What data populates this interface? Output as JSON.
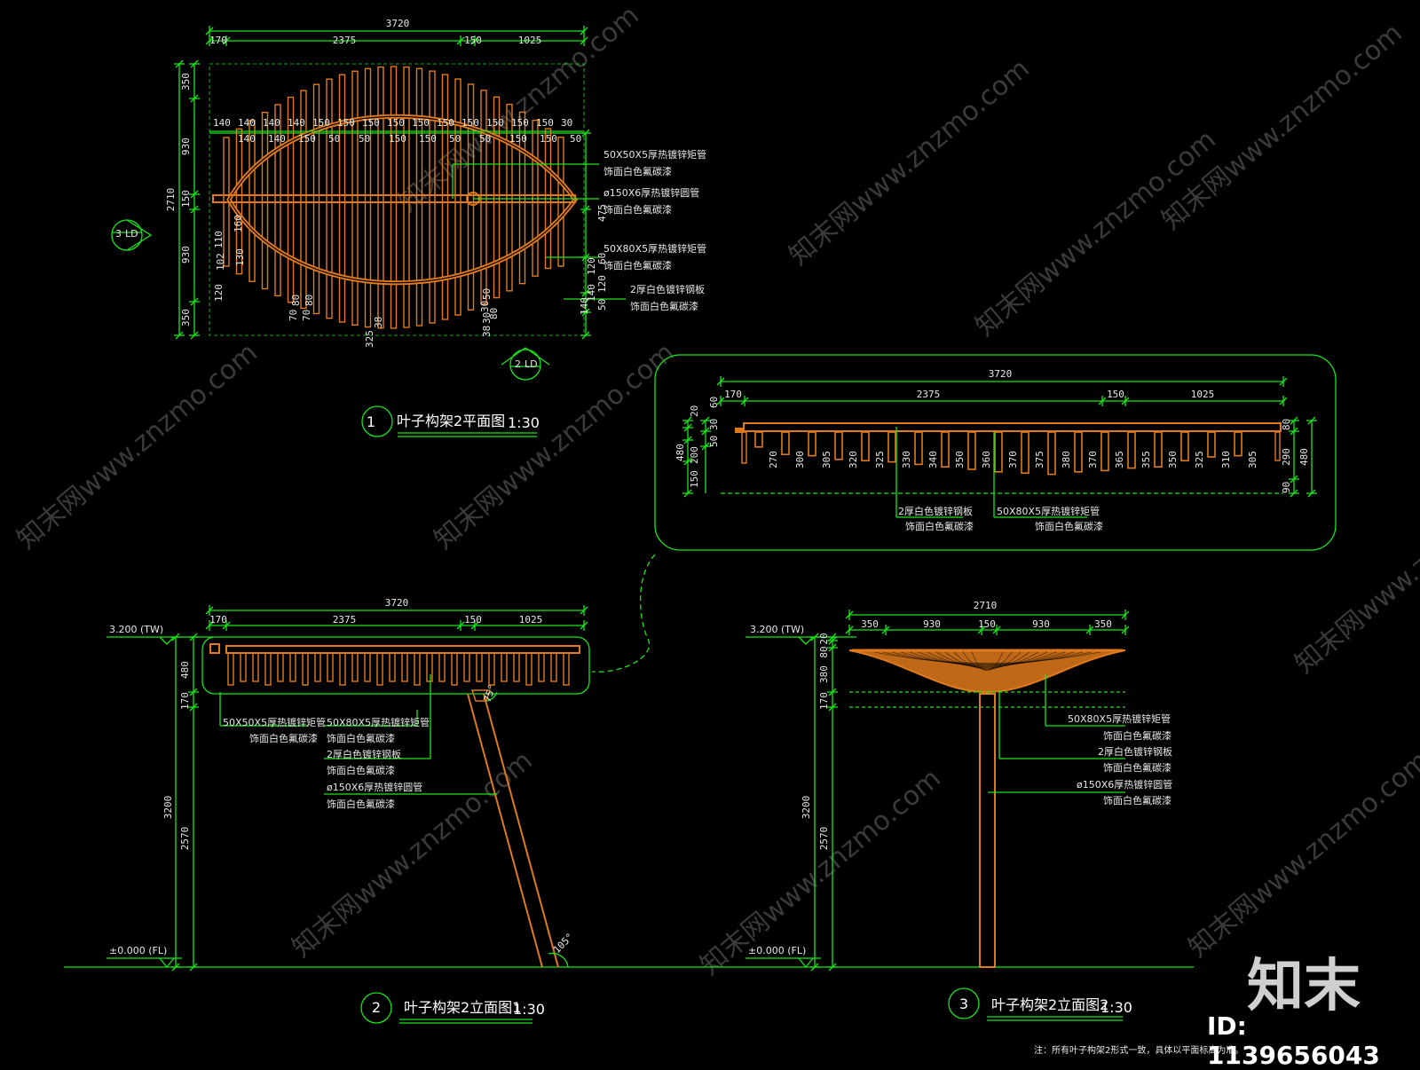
{
  "watermark": {
    "text": "znzmo.com",
    "brand": "知末网www.znzmo.com",
    "logo": "知末",
    "id": "ID: 1139656043"
  },
  "colors": {
    "line": "#19e619",
    "member": "#e07a1c",
    "background": "#000000"
  },
  "plan": {
    "title": "叶子构架2平面图",
    "scale": "1:30",
    "number": "1",
    "dims_top": {
      "total": "3720",
      "parts": [
        "170",
        "2375",
        "150",
        "1025"
      ]
    },
    "dims_left": {
      "total": "2710",
      "parts": [
        "350",
        "930",
        "150",
        "930",
        "350"
      ]
    },
    "spacing_row": [
      "140",
      "140",
      "140",
      "140",
      "150",
      "150",
      "150",
      "150",
      "150",
      "150",
      "150",
      "150",
      "150",
      "150",
      "30"
    ],
    "spacing_row2": [
      "140",
      "140",
      "150",
      "50",
      "50",
      "150",
      "150",
      "50",
      "50",
      "150",
      "150",
      "50"
    ],
    "side_labels": [
      "110",
      "160",
      "102",
      "130",
      "120",
      "70",
      "80",
      "70",
      "80",
      "325",
      "38",
      "30",
      "50",
      "30",
      "80",
      "38",
      "120",
      "120",
      "140",
      "50",
      "140",
      "60",
      "475"
    ],
    "notes": [
      [
        "50X50X5厚热镀锌矩管",
        "饰面白色氟碳漆"
      ],
      [
        "ø150X6厚热镀锌圆管",
        "饰面白色氟碳漆"
      ],
      [
        "50X80X5厚热镀锌矩管",
        "饰面白色氟碳漆"
      ],
      [
        "2厚白色镀锌钢板",
        "饰面白色氟碳漆"
      ]
    ],
    "callouts": [
      "3",
      "2"
    ],
    "callout_suffix": "LD"
  },
  "detail": {
    "dims_top": {
      "total": "3720",
      "parts": [
        "170",
        "2375",
        "150",
        "1025"
      ]
    },
    "dims_left": [
      "20",
      "30",
      "50",
      "60",
      "480",
      "200",
      "150"
    ],
    "dims_right": [
      "80",
      "290",
      "480",
      "90"
    ],
    "member_lengths": [
      "270",
      "300",
      "305",
      "320",
      "325",
      "330",
      "340",
      "350",
      "360",
      "370",
      "375",
      "380",
      "370",
      "365",
      "355",
      "350",
      "325",
      "310",
      "305"
    ],
    "notes": [
      [
        "2厚白色镀锌钢板",
        "饰面白色氟碳漆"
      ],
      [
        "50X80X5厚热镀锌矩管",
        "饰面白色氟碳漆"
      ]
    ]
  },
  "elev1": {
    "title": "叶子构架2立面图1",
    "scale": "1:30",
    "number": "2",
    "level_top": "3.200 (TW)",
    "level_bottom": "±0.000 (FL)",
    "dims_top": {
      "total": "3720",
      "parts": [
        "170",
        "2375",
        "150",
        "1025"
      ]
    },
    "dims_left": [
      "480",
      "170",
      "3200",
      "2570"
    ],
    "angles": [
      "75°",
      "105°"
    ],
    "notes": [
      [
        "50X50X5厚热镀锌矩管",
        "饰面白色氟碳漆"
      ],
      [
        "50X80X5厚热镀锌矩管",
        "饰面白色氟碳漆"
      ],
      [
        "2厚白色镀锌钢板",
        "饰面白色氟碳漆"
      ],
      [
        "ø150X6厚热镀锌圆管",
        "饰面白色氟碳漆"
      ]
    ]
  },
  "elev2": {
    "title": "叶子构架2立面图2",
    "scale": "1:30",
    "number": "3",
    "level_top": "3.200 (TW)",
    "level_bottom": "±0.000 (FL)",
    "dims_top": {
      "total": "2710",
      "parts": [
        "350",
        "930",
        "150",
        "930",
        "350"
      ]
    },
    "dims_left": [
      "20",
      "80",
      "380",
      "170",
      "3200",
      "2570"
    ],
    "notes": [
      [
        "50X80X5厚热镀锌矩管",
        "饰面白色氟碳漆"
      ],
      [
        "2厚白色镀锌钢板",
        "饰面白色氟碳漆"
      ],
      [
        "ø150X6厚热镀锌圆管",
        "饰面白色氟碳漆"
      ]
    ]
  },
  "footnote": "注：所有叶子构架2形式一致，具体以平面标高为准。"
}
